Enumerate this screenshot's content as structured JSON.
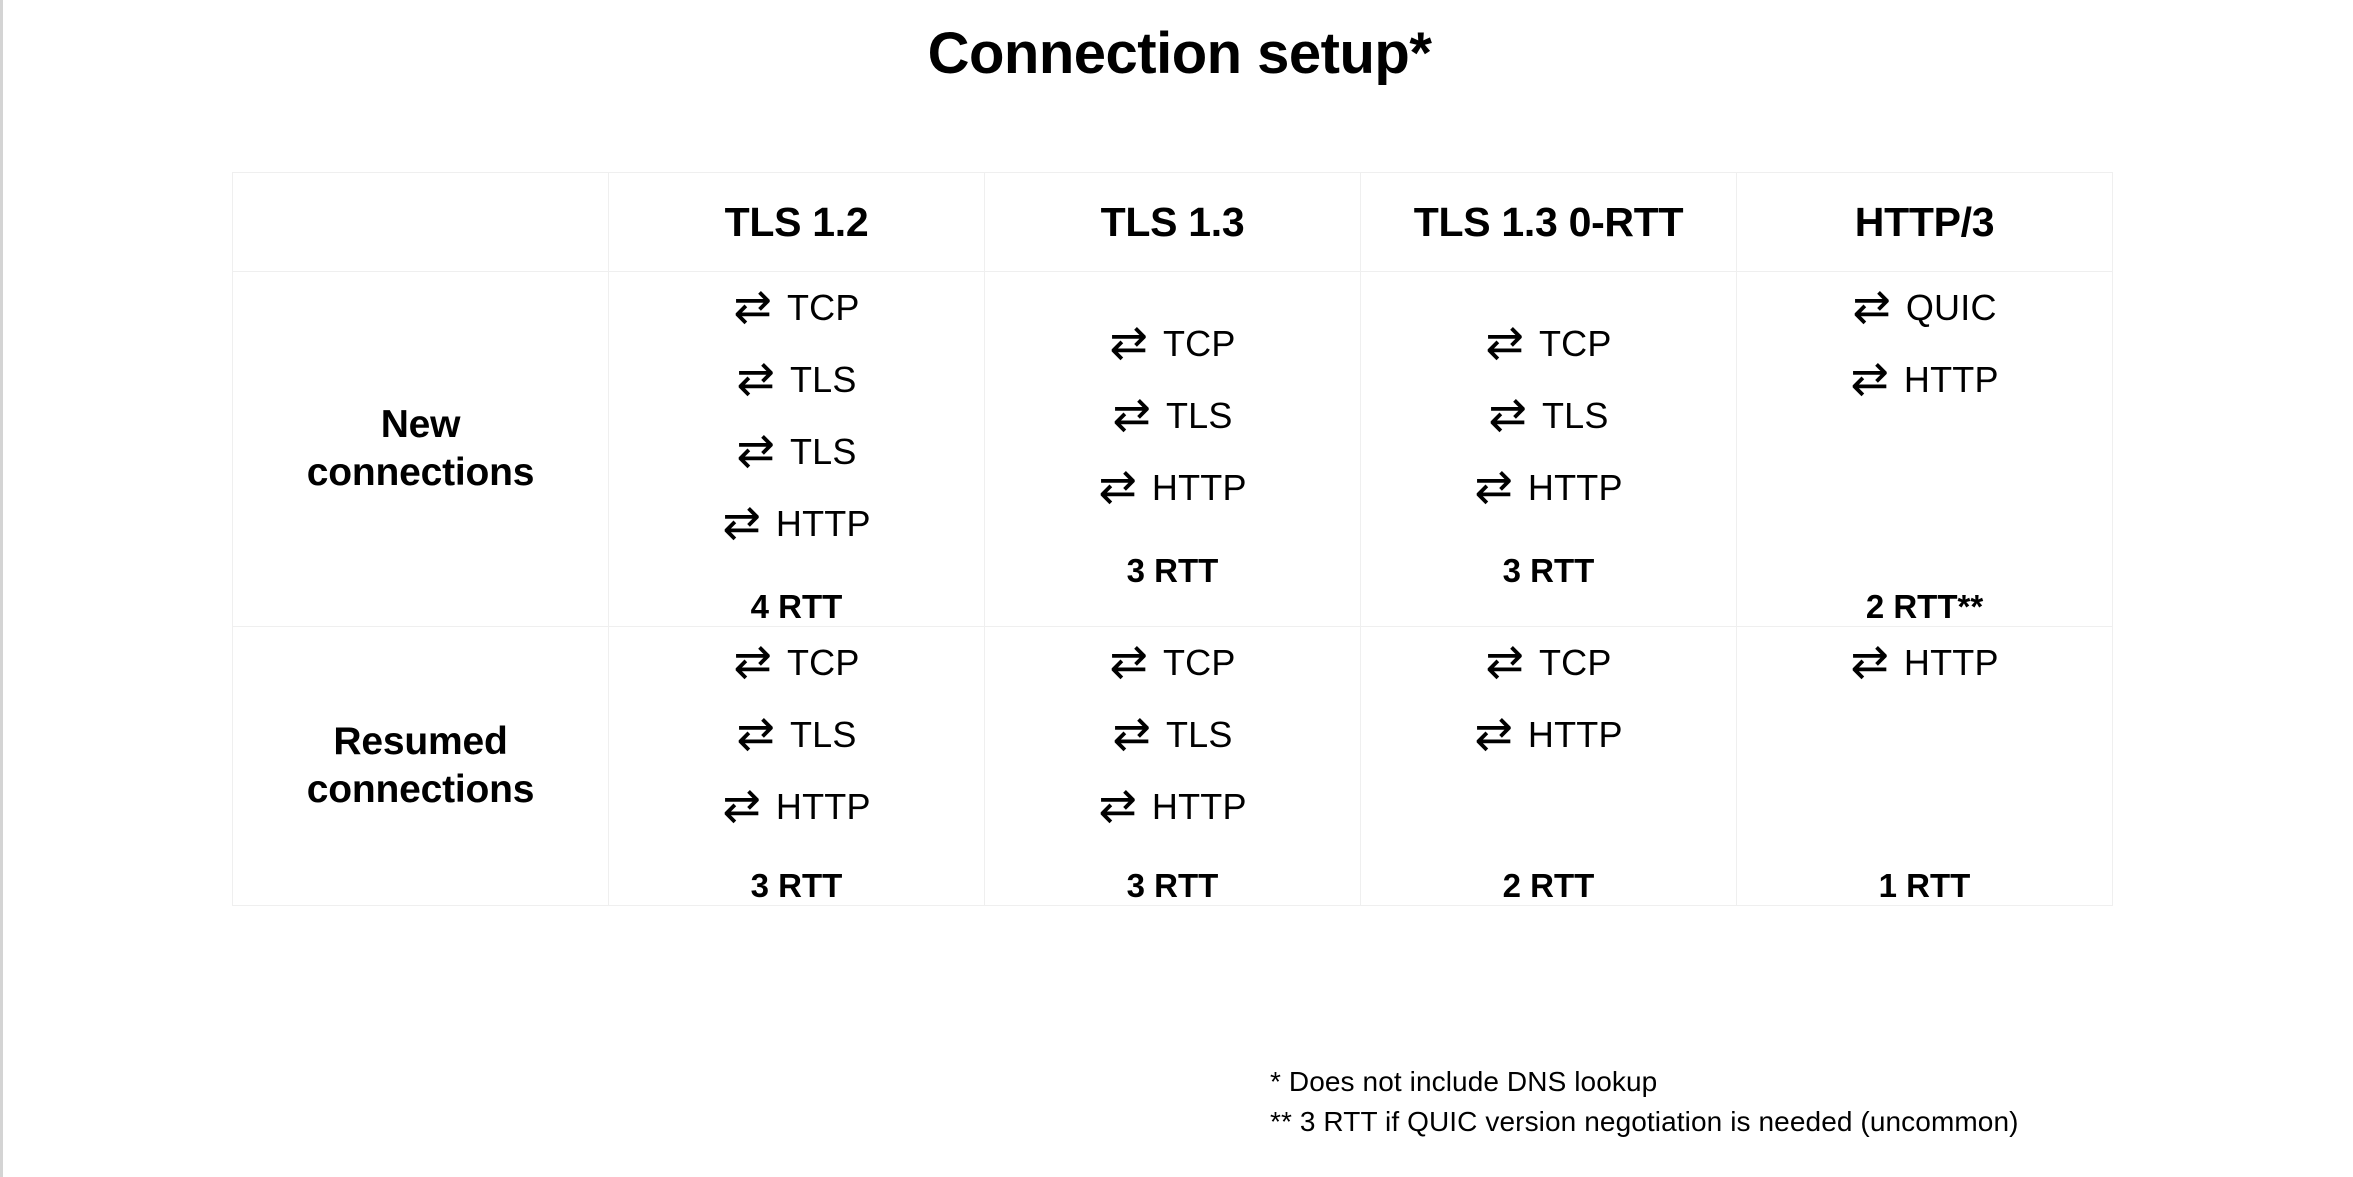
{
  "page": {
    "title": "Connection setup*",
    "background": "#ffffff",
    "border_color": "#efefef",
    "text_color": "#000000"
  },
  "table": {
    "corner_label": "",
    "columns": [
      "TLS 1.2",
      "TLS 1.3",
      "TLS 1.3 0-RTT",
      "HTTP/3"
    ],
    "rows": [
      {
        "label_line1": "New",
        "label_line2": "connections",
        "cells": [
          {
            "steps": [
              "TCP",
              "TLS",
              "TLS",
              "HTTP"
            ],
            "rtt": "4 RTT"
          },
          {
            "steps": [
              "TCP",
              "TLS",
              "HTTP"
            ],
            "rtt": "3 RTT"
          },
          {
            "steps": [
              "TCP",
              "TLS",
              "HTTP"
            ],
            "rtt": "3 RTT"
          },
          {
            "steps": [
              "QUIC",
              "HTTP"
            ],
            "rtt": "2 RTT**"
          }
        ]
      },
      {
        "label_line1": "Resumed",
        "label_line2": "connections",
        "cells": [
          {
            "steps": [
              "TCP",
              "TLS",
              "HTTP"
            ],
            "rtt": "3 RTT"
          },
          {
            "steps": [
              "TCP",
              "TLS",
              "HTTP"
            ],
            "rtt": "3 RTT"
          },
          {
            "steps": [
              "TCP",
              "HTTP"
            ],
            "rtt": "2 RTT"
          },
          {
            "steps": [
              "HTTP"
            ],
            "rtt": "1 RTT"
          }
        ]
      }
    ]
  },
  "icons": {
    "roundtrip_arrow": "⇄"
  },
  "footnotes": [
    "* Does not include DNS lookup",
    "** 3 RTT if QUIC version negotiation is needed (uncommon)"
  ]
}
